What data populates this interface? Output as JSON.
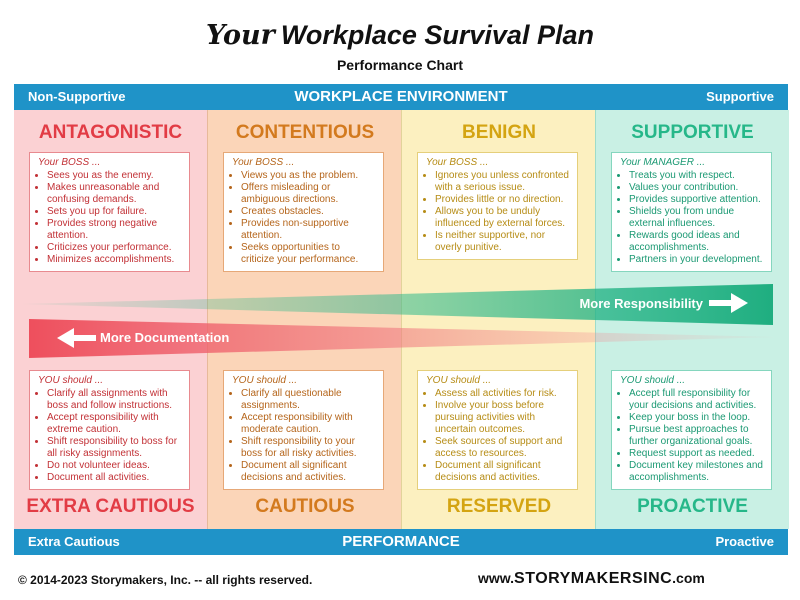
{
  "header": {
    "title_italic": "Your",
    "title_rest": "Workplace Survival Plan",
    "subtitle": "Performance Chart"
  },
  "environment_band": {
    "left": "Non-Supportive",
    "center": "WORKPLACE ENVIRONMENT",
    "right": "Supportive"
  },
  "performance_band": {
    "left": "Extra Cautious",
    "center": "PERFORMANCE",
    "right": "Proactive"
  },
  "arrows": {
    "responsibility": "More Responsibility",
    "documentation": "More Documentation"
  },
  "columns": [
    {
      "environment": "ANTAGONISTIC",
      "performance": "EXTRA CAUTIOUS",
      "boss_label": "Your BOSS ...",
      "boss_items": [
        "Sees you as the enemy.",
        "Makes unreasonable and confusing demands.",
        "Sets you up for failure.",
        "Provides strong negative attention.",
        "Criticizes your performance.",
        "Minimizes accomplishments."
      ],
      "you_label": "YOU should ...",
      "you_items": [
        "Clarify all assignments with boss and follow instructions.",
        "Accept responsibility with extreme caution.",
        "Shift responsibility to boss for all risky assignments.",
        "Do not volunteer ideas.",
        "Document all activities."
      ]
    },
    {
      "environment": "CONTENTIOUS",
      "performance": "CAUTIOUS",
      "boss_label": "Your BOSS ...",
      "boss_items": [
        "Views you as the problem.",
        "Offers misleading or ambiguous directions.",
        "Creates obstacles.",
        "Provides non-supportive attention.",
        "Seeks opportunities to criticize your performance."
      ],
      "you_label": "YOU should ...",
      "you_items": [
        "Clarify all questionable assignments.",
        "Accept responsibility with moderate caution.",
        "Shift responsibility to your boss for all risky activities.",
        "Document all significant decisions and activities."
      ]
    },
    {
      "environment": "BENIGN",
      "performance": "RESERVED",
      "boss_label": "Your BOSS ...",
      "boss_items": [
        "Ignores you unless confronted with a serious issue.",
        "Provides little or no direction.",
        "Allows you to be unduly influenced by external forces.",
        "Is neither supportive, nor overly punitive."
      ],
      "you_label": "YOU should ...",
      "you_items": [
        "Assess all activities for risk.",
        "Involve your boss before pursuing activities with uncertain outcomes.",
        "Seek sources of support and access to resources.",
        "Document all significant decisions and activities."
      ]
    },
    {
      "environment": "SUPPORTIVE",
      "performance": "PROACTIVE",
      "boss_label": "Your MANAGER ...",
      "boss_items": [
        "Treats you with respect.",
        "Values your contribution.",
        "Provides supportive attention.",
        "Shields you from undue external influences.",
        "Rewards good ideas and accomplishments.",
        "Partners in your development."
      ],
      "you_label": "YOU should ...",
      "you_items": [
        "Accept full responsibility for your decisions and activities.",
        "Keep your boss in the loop.",
        "Pursue best approaches to further organizational goals.",
        "Request support as needed.",
        "Document key milestones and accomplishments."
      ]
    }
  ],
  "footer": {
    "copyright": "© 2014-2023 Storymakers, Inc. -- all rights reserved.",
    "url_prefix": "www.",
    "url_main": "STORYMAKERSINC",
    "url_suffix": ".com"
  },
  "colors": {
    "band": "#1f93c8",
    "antagonistic": "#e23c45",
    "contentious": "#d37a1e",
    "benign": "#d4a412",
    "supportive": "#26b789"
  }
}
